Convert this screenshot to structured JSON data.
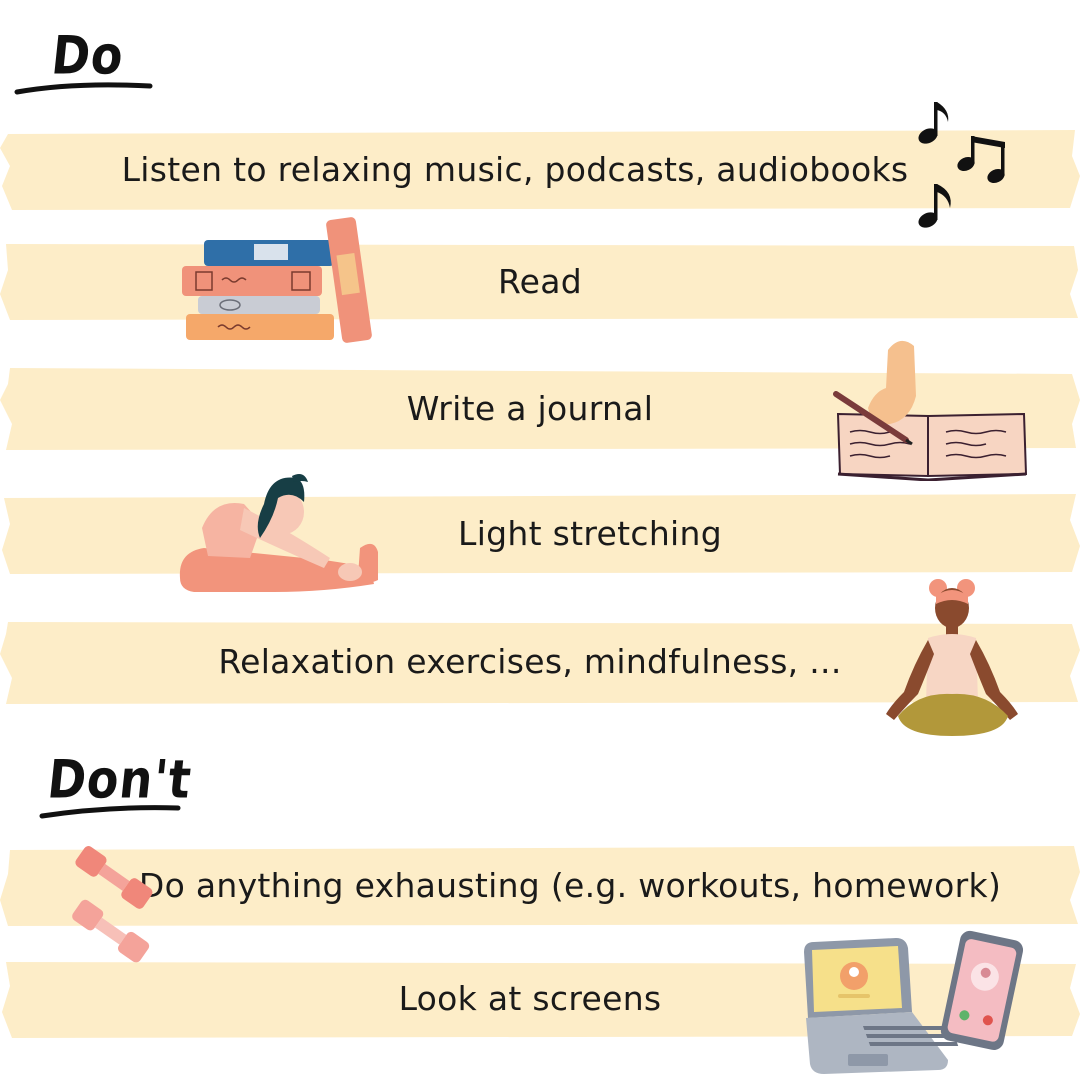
{
  "do_section": {
    "heading": "Do",
    "items": [
      {
        "label": "Listen to relaxing music, podcasts, audiobooks",
        "icon": "music-notes-icon"
      },
      {
        "label": "Read",
        "icon": "books-icon"
      },
      {
        "label": "Write a journal",
        "icon": "writing-hand-icon"
      },
      {
        "label": "Light stretching",
        "icon": "stretching-woman-icon"
      },
      {
        "label": "Relaxation exercises, mindfulness, ...",
        "icon": "meditating-woman-icon"
      }
    ]
  },
  "dont_section": {
    "heading": "Don't",
    "items": [
      {
        "label": "Do anything exhausting (e.g. workouts, homework)",
        "icon": "dumbbells-icon"
      },
      {
        "label": "Look at screens",
        "icon": "laptop-phone-icon"
      }
    ]
  },
  "colors": {
    "strip": "#fdedc8",
    "text": "#1a1a1a",
    "heading": "#111111",
    "coral": "#f0927a",
    "blue": "#2f6fa8"
  }
}
